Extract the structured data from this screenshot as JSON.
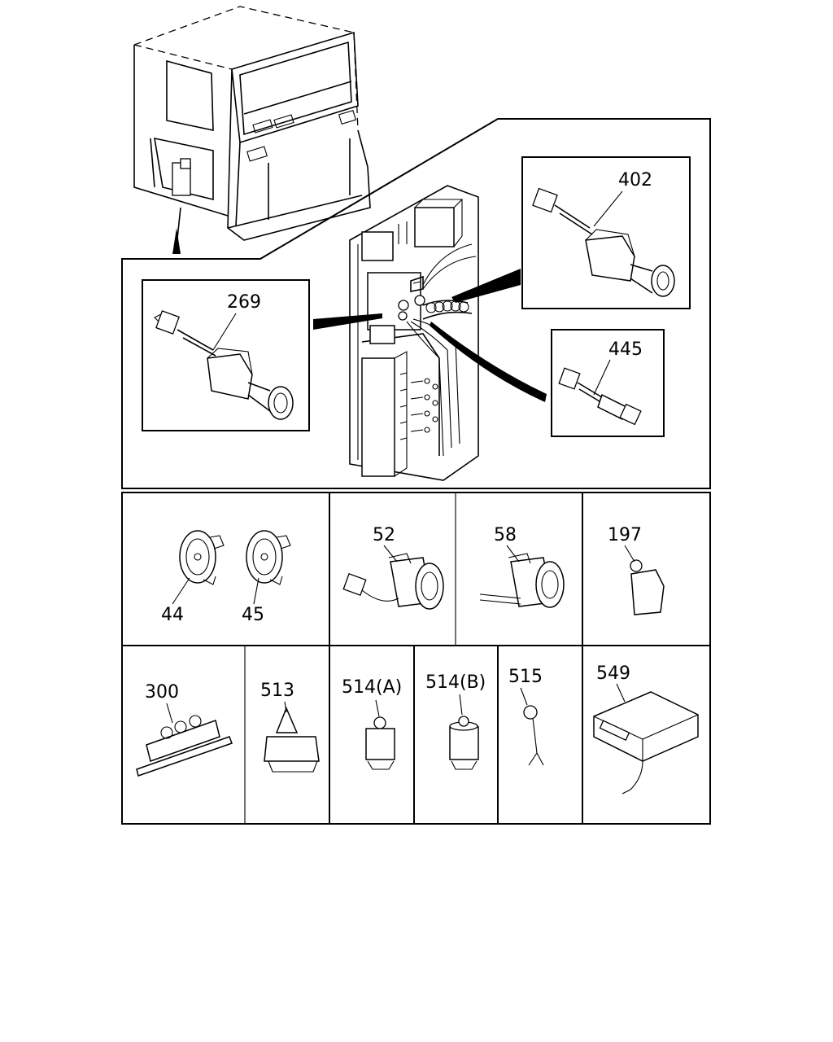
{
  "parts": {
    "p269": "269",
    "p402": "402",
    "p445": "445",
    "p44": "44",
    "p45": "45",
    "p52": "52",
    "p58": "58",
    "p197": "197",
    "p300": "300",
    "p513": "513",
    "p514a": "514(A)",
    "p514b": "514(B)",
    "p515": "515",
    "p549": "549"
  }
}
